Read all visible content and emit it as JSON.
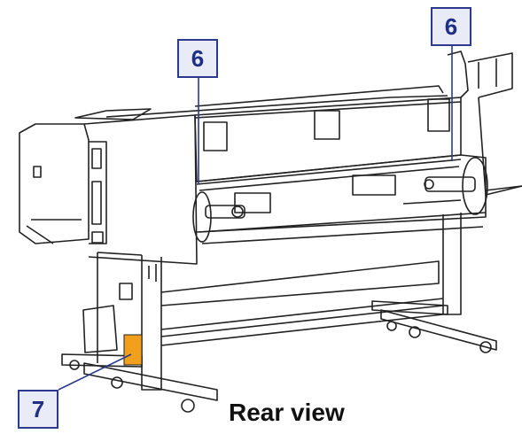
{
  "diagram": {
    "caption": "Rear view",
    "callouts": [
      {
        "id": "6",
        "label": "6"
      },
      {
        "id": "6b",
        "label": "6"
      },
      {
        "id": "7",
        "label": "7"
      }
    ],
    "colors": {
      "callout_border": "#2b3a8c",
      "callout_fill": "#e9ebf6",
      "leader_line": "#2b3a8c",
      "label_highlight": "#f2a01c",
      "line_art": "#222222"
    }
  }
}
